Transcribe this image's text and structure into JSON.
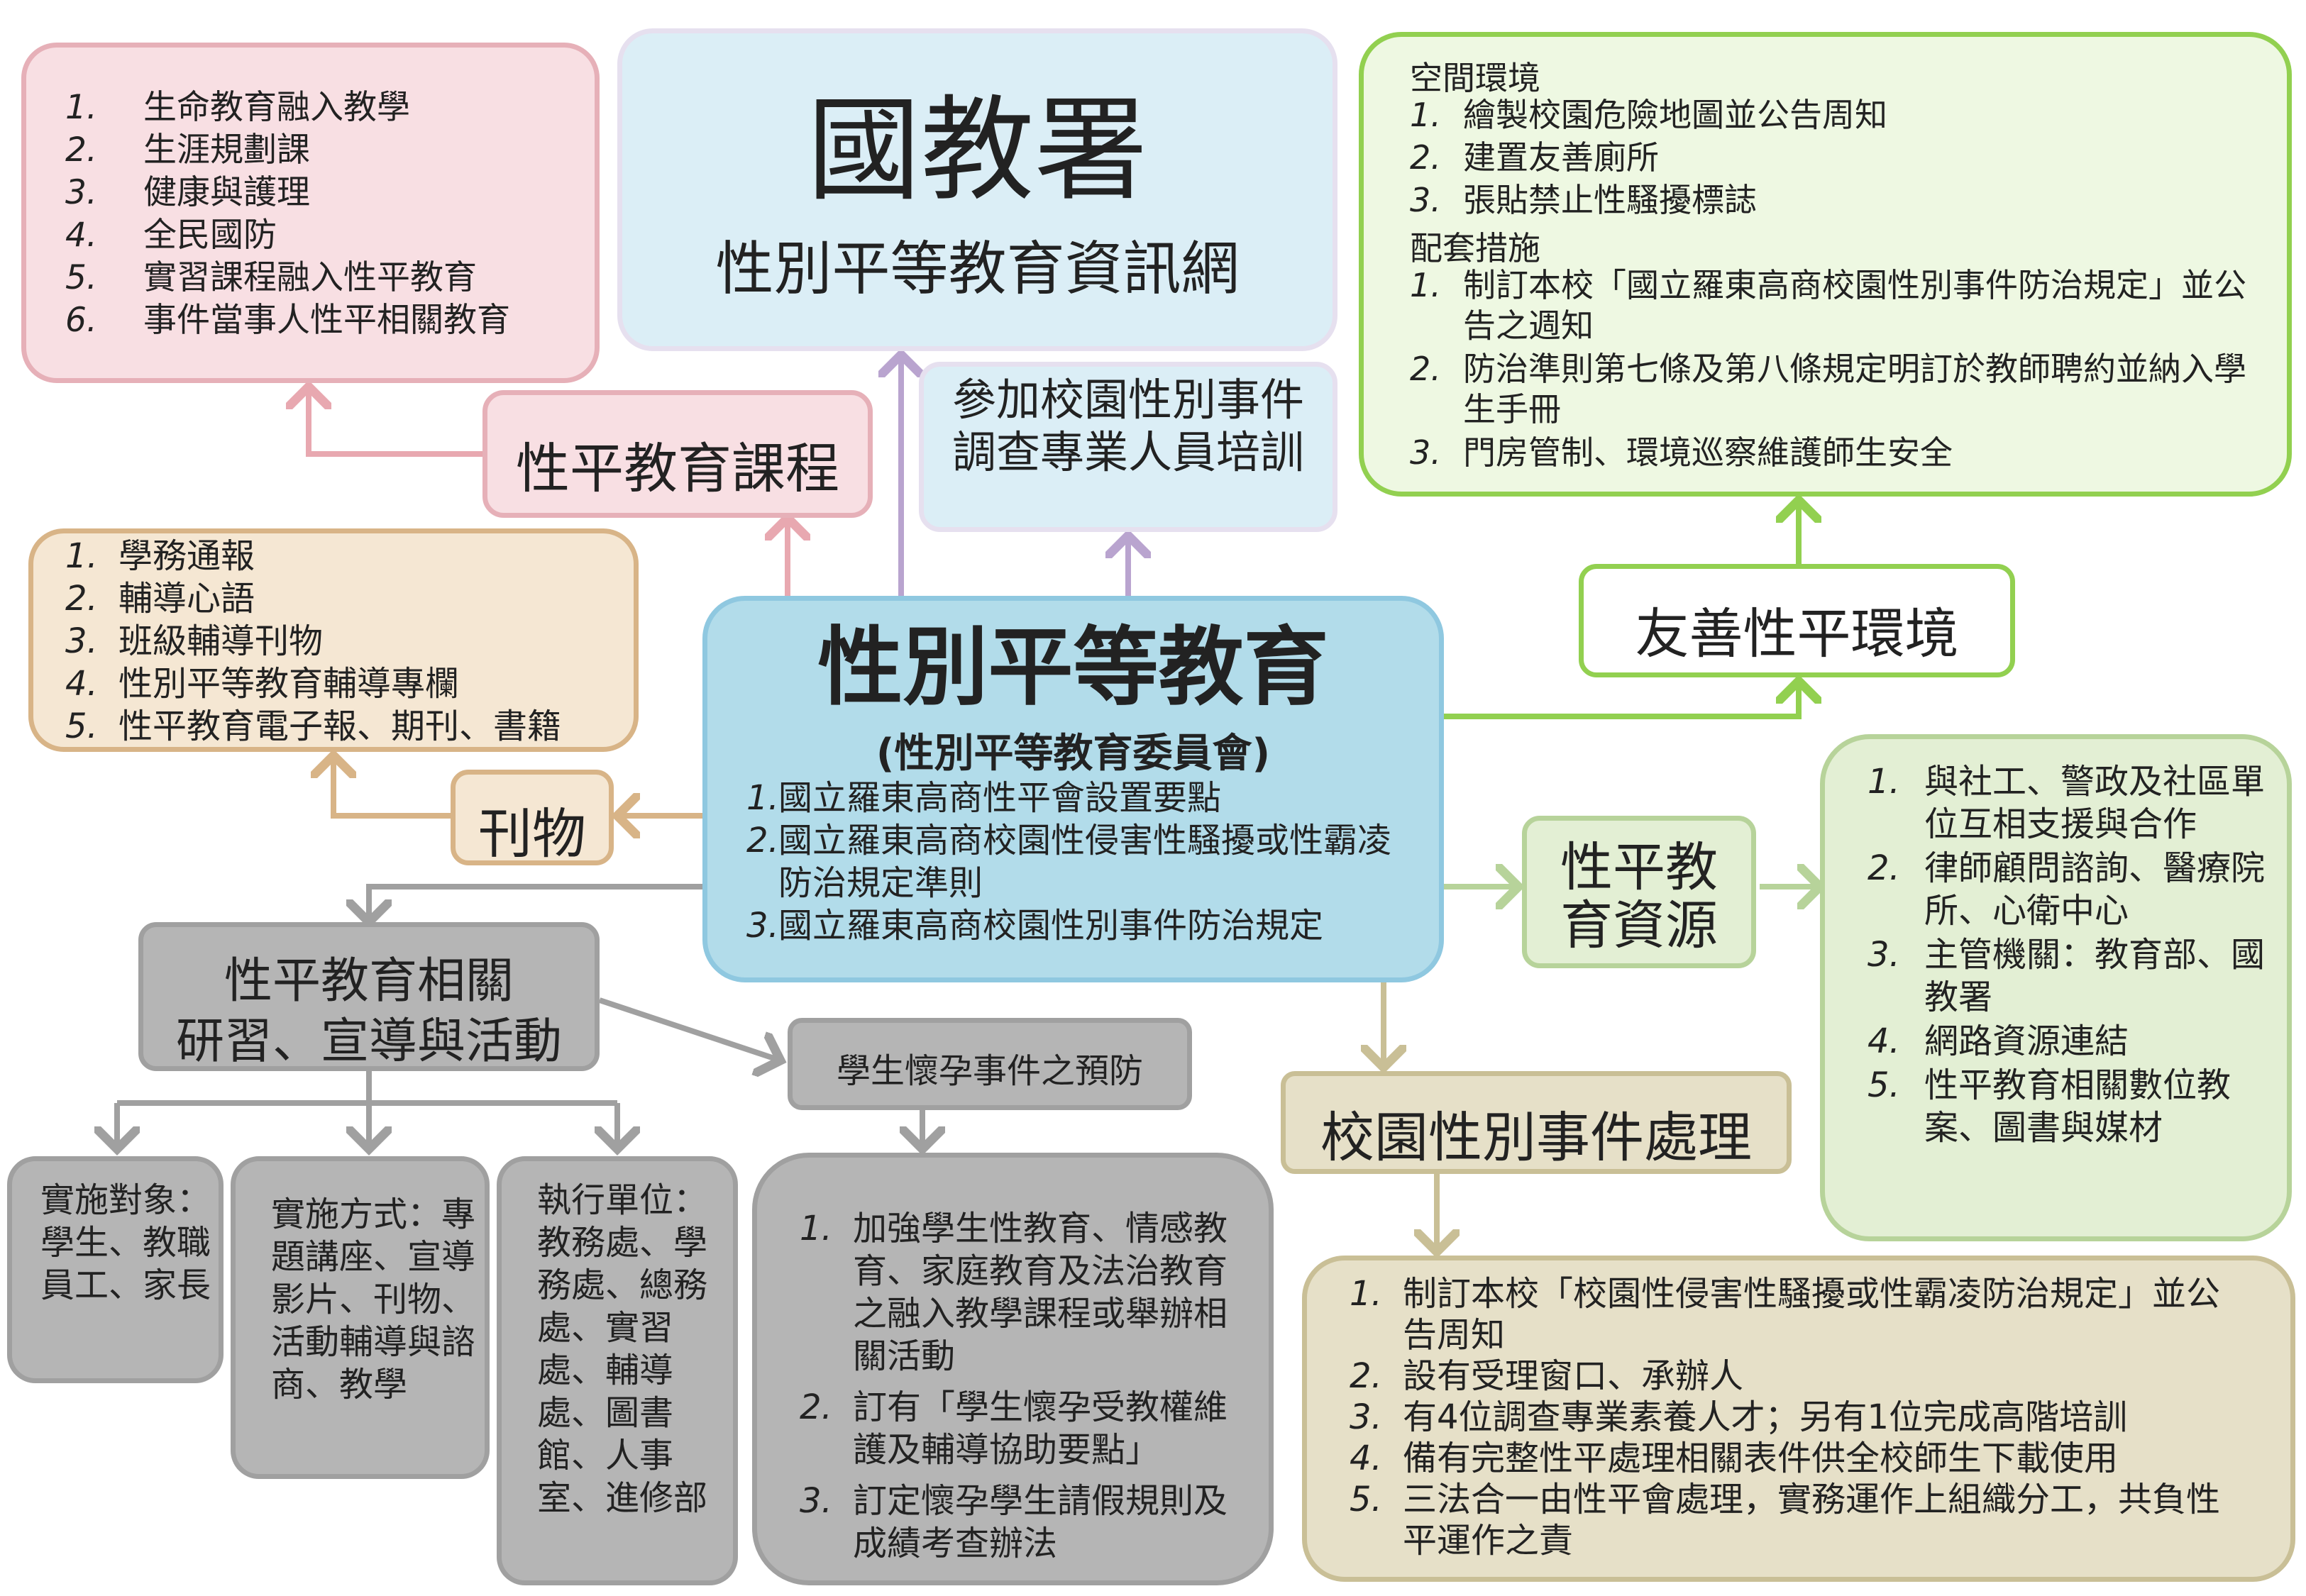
{
  "top": {
    "title": "國教署",
    "subtitle": "性別平等教育資訊網"
  },
  "center": {
    "title": "性別平等教育",
    "subtitle": "(性別平等教育委員會)",
    "items": [
      {
        "num": "1.",
        "text": "國立羅東高商性平會設置要點"
      },
      {
        "num": "2.",
        "text": "國立羅東高商校園性侵害性騷擾或性霸凌防治規定準則"
      },
      {
        "num": "3.",
        "text": "國立羅東高商校園性別事件防治規定"
      }
    ]
  },
  "curriculum": {
    "label": "性平教育課程",
    "items": [
      {
        "num": "1.",
        "text": "生命教育融入教學"
      },
      {
        "num": "2.",
        "text": "生涯規劃課"
      },
      {
        "num": "3.",
        "text": "健康與護理"
      },
      {
        "num": "4.",
        "text": "全民國防"
      },
      {
        "num": "5.",
        "text": "實習課程融入性平教育"
      },
      {
        "num": "6.",
        "text": "事件當事人性平相關教育"
      }
    ]
  },
  "training": {
    "label": "參加校園性別事件調查專業人員培訓"
  },
  "environment": {
    "label": "友善性平環境",
    "space_heading": "空間環境",
    "space_items": [
      {
        "num": "1.",
        "text": "繪製校園危險地圖並公告周知"
      },
      {
        "num": "2.",
        "text": "建置友善廁所"
      },
      {
        "num": "3.",
        "text": "張貼禁止性騷擾標誌"
      }
    ],
    "measures_heading": "配套措施",
    "measures_items": [
      {
        "num": "1.",
        "text": "制訂本校「國立羅東高商校園性別事件防治規定」並公告之週知"
      },
      {
        "num": "2.",
        "text": "防治準則第七條及第八條規定明訂於教師聘約並納入學生手冊"
      },
      {
        "num": "3.",
        "text": "門房管制、環境巡察維護師生安全"
      }
    ]
  },
  "publications": {
    "label": "刊物",
    "items": [
      {
        "num": "1.",
        "text": "學務通報"
      },
      {
        "num": "2.",
        "text": "輔導心語"
      },
      {
        "num": "3.",
        "text": "班級輔導刊物"
      },
      {
        "num": "4.",
        "text": "性別平等教育輔導專欄"
      },
      {
        "num": "5.",
        "text": "性平教育電子報、期刊、書籍"
      }
    ]
  },
  "resources": {
    "label": "性平教育資源",
    "items": [
      {
        "num": "1.",
        "text": "與社工、警政及社區單位互相支援與合作"
      },
      {
        "num": "2.",
        "text": "律師顧問諮詢、醫療院所、心衛中心"
      },
      {
        "num": "3.",
        "text": "主管機關：教育部、國教署"
      },
      {
        "num": "4.",
        "text": "網路資源連結"
      },
      {
        "num": "5.",
        "text": "性平教育相關數位教案、圖書與媒材"
      }
    ]
  },
  "incident": {
    "label": "校園性別事件處理",
    "items": [
      {
        "num": "1.",
        "text": "制訂本校「校園性侵害性騷擾或性霸凌防治規定」並公告周知"
      },
      {
        "num": "2.",
        "text": "設有受理窗口、承辦人"
      },
      {
        "num": "3.",
        "text": "有4位調查專業素養人才；另有1位完成高階培訓"
      },
      {
        "num": "4.",
        "text": "備有完整性平處理相關表件供全校師生下載使用"
      },
      {
        "num": "5.",
        "text": "三法合一由性平會處理，實務運作上組織分工，共負性平運作之責"
      }
    ]
  },
  "activities": {
    "label_line1": "性平教育相關",
    "label_line2": "研習、宣導與活動",
    "targets": "實施對象：學生、教職員工、家長",
    "methods": "實施方式：專題講座、宣導影片、刊物、活動輔導與諮商、教學",
    "units": "執行單位：教務處、學務處、總務處、實習處、輔導處、圖書館、人事室、進修部"
  },
  "pregnancy": {
    "label": "學生懷孕事件之預防",
    "items": [
      {
        "num": "1.",
        "text": "加強學生性教育、情感教育、家庭教育及法治教育之融入教學課程或舉辦相關活動"
      },
      {
        "num": "2.",
        "text": "訂有「學生懷孕受教權維護及輔導協助要點」"
      },
      {
        "num": "3.",
        "text": "訂定懷孕學生請假規則及成績考查辦法"
      }
    ]
  },
  "colors": {
    "pink_arrow": "#e8a8b0",
    "purple_arrow": "#b9a4cf",
    "green_arrow": "#92d050",
    "lightgreen_arrow": "#b7d39a",
    "tan_arrow": "#d8b487",
    "khaki_arrow": "#c9bf96",
    "gray_arrow": "#a0a0a0"
  }
}
